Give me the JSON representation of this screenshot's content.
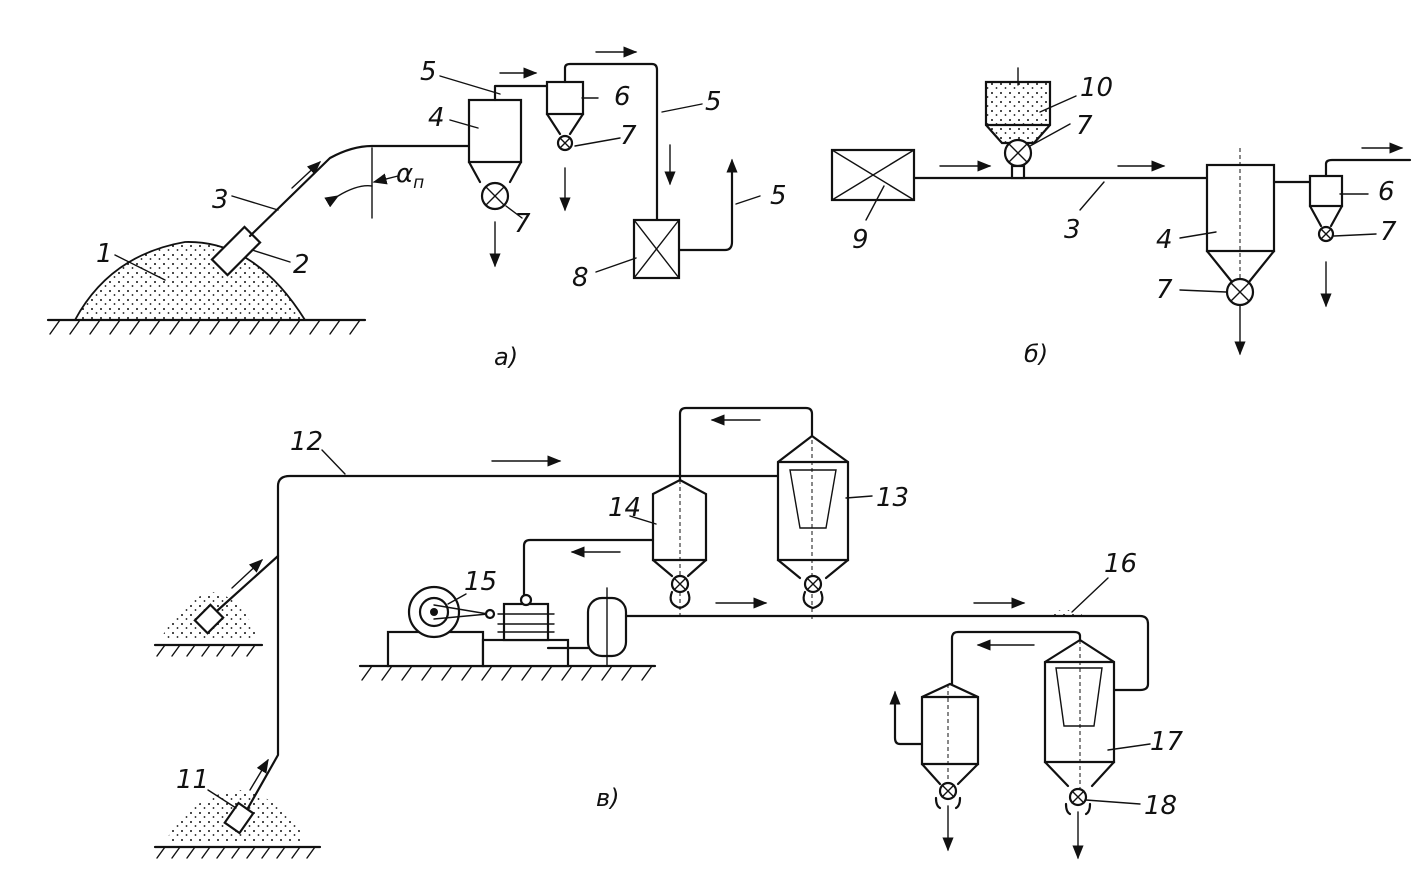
{
  "labels": {
    "n1": "1",
    "n2": "2",
    "n3a": "3",
    "n4a": "4",
    "n5a": "5",
    "n5b": "5",
    "n5c": "5",
    "n6a": "6",
    "n7a1": "7",
    "n7a2": "7",
    "n8": "8",
    "n9": "9",
    "n10": "10",
    "n7b1": "7",
    "n3b": "3",
    "n4b": "4",
    "n7b2": "7",
    "n6b": "6",
    "n7b3": "7",
    "n12": "12",
    "n14": "14",
    "n13": "13",
    "n15": "15",
    "n16": "16",
    "n11": "11",
    "n17": "17",
    "n18": "18",
    "alpha": "α",
    "alpha_sub": "п"
  },
  "captions": {
    "a": "а)",
    "b": "б)",
    "v": "в)"
  }
}
